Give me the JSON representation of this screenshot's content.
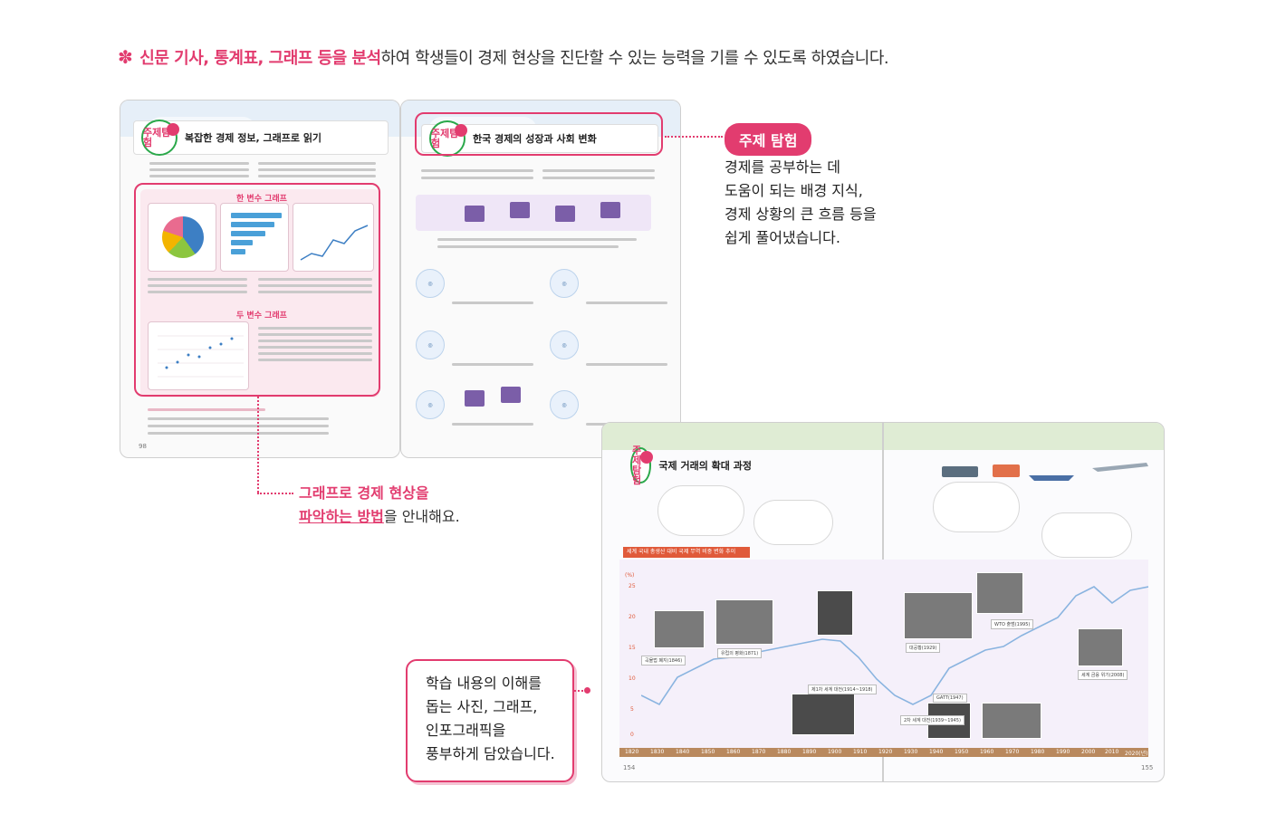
{
  "headline": {
    "flower_icon": "flower-icon",
    "emphasis": "신문 기사, 통계표, 그래프 등을 분석",
    "rest": "하여 학생들이 경제 현상을 진단할 수 있는 능력을 기를 수 있도록 하였습니다."
  },
  "left_book": {
    "badge": "주제탐험",
    "title": "복잡한 경제 정보, 그래프로 읽기",
    "section1": "한 변수 그래프",
    "section2": "두 변수 그래프",
    "page_number": "98"
  },
  "right_book": {
    "badge": "주제탐험",
    "title": "한국 경제의 성장과 사회 변화"
  },
  "topic_callout": {
    "pill": "주제 탐험",
    "lines": [
      "경제를 공부하는 데",
      "도움이 되는 배경 지식,",
      "경제 상황의 큰 흐름 등을",
      "쉽게 풀어냈습니다."
    ]
  },
  "graph_callout": {
    "line1": "그래프로 경제 현상을",
    "line2_em": "파악하는 방법",
    "line2_rest": "을 안내해요."
  },
  "spread": {
    "badge": "주제탐험",
    "title": "국제 거래의 확대 과정",
    "chart_title": "세계 국내 총생산 대비 국제 무역 비중 변화 추이",
    "y_unit": "(%)",
    "y_ticks": [
      "25",
      "20",
      "15",
      "10",
      "5",
      "0"
    ],
    "x_ticks": [
      "1820",
      "1830",
      "1840",
      "1850",
      "1860",
      "1870",
      "1880",
      "1890",
      "1900",
      "1910",
      "1920",
      "1930",
      "1940",
      "1950",
      "1960",
      "1970",
      "1980",
      "1990",
      "2000",
      "2010",
      "2020(년)"
    ],
    "captions": [
      "곡물법 폐지(1846)",
      "유럽의 평화(1871)",
      "제1차 세계 대전(1914~1918)",
      "대공황(1929)",
      "GATT(1947)",
      "WTO 출범(1995)",
      "세계 금융 위기(2008)",
      "2차 세계 대전(1939~1945)"
    ],
    "page_left": "154",
    "page_right": "155"
  },
  "media_callout": {
    "lines": [
      "학습 내용의 이해를",
      "돕는 사진, 그래프,",
      "인포그래픽을",
      "풍부하게 담았습니다."
    ]
  }
}
